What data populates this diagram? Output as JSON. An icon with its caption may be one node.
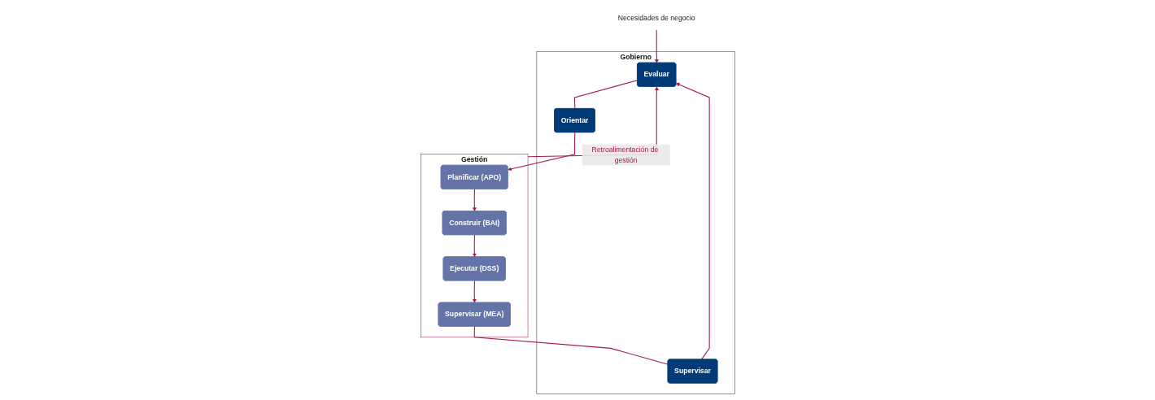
{
  "diagram": {
    "nodes": [
      {
        "text": [
          "Gobierno"
        ]
      },
      {
        "text": [
          "Evaluar"
        ],
        "in": 0
      },
      {
        "text": [
          "Orientar"
        ],
        "in": 0
      },
      {
        "text": [
          "Supervisar"
        ],
        "in": 0
      },
      {
        "text": [
          "Gestión"
        ]
      },
      {
        "text": [
          "Planificar (APO)"
        ],
        "in": 4
      },
      {
        "text": [
          "Construir (BAI)"
        ],
        "in": 4
      },
      {
        "text": [
          "Ejecutar (DSS)"
        ],
        "in": 4
      },
      {
        "text": [
          "Supervisar (MEA)"
        ],
        "in": 4
      },
      {
        "text": [
          "Necesidades de negocio"
        ]
      }
    ],
    "edges": [
      {
        "from": 9,
        "to": 1,
        "arrow": "to"
      },
      {
        "from": 1,
        "to": 2,
        "arrow": "none"
      },
      {
        "from": 3,
        "to": 1,
        "arrow": "to"
      },
      {
        "from": 4,
        "to": 1,
        "arrow": "to",
        "label": "Retroalimentación de gestión"
      },
      {
        "from": 2,
        "to": 5,
        "arrow": "to"
      },
      {
        "from": 5,
        "to": 6,
        "arrow": "to"
      },
      {
        "from": 6,
        "to": 7,
        "arrow": "to"
      },
      {
        "from": 7,
        "to": 8,
        "arrow": "to"
      },
      {
        "from": 8,
        "to": 3,
        "arrow": "none"
      }
    ]
  }
}
